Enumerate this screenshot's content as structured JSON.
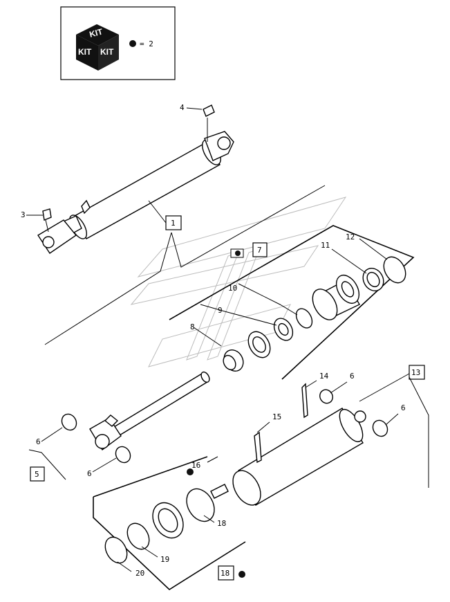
{
  "legend": {
    "kit_top": "KIT",
    "kit_side_left": "KIT",
    "kit_side_right": "KIT",
    "quantity_text": "= 2"
  },
  "callouts": {
    "p1": "1",
    "p3": "3",
    "p4": "4",
    "p5": "5",
    "p6a": "6",
    "p6b": "6",
    "p6c": "6",
    "p6d": "6",
    "p7": "7",
    "p8": "8",
    "p9": "9",
    "p10": "10",
    "p11": "11",
    "p12": "12",
    "p13": "13",
    "p14": "14",
    "p15": "15",
    "p16": "16",
    "p18a": "18",
    "p18b": "18",
    "p19": "19",
    "p20": "20"
  }
}
